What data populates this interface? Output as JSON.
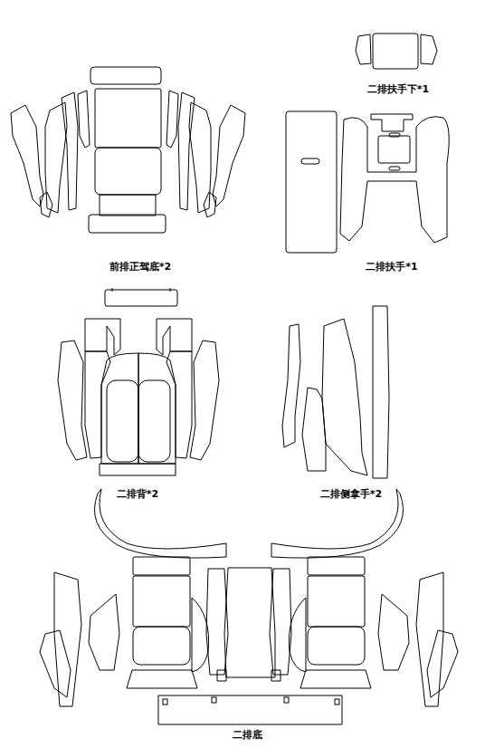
{
  "diagram": {
    "labels": [
      "二排扶手下*1",
      "前排正驾底*2",
      "二排扶手*1",
      "二排背*2",
      "二排侧拿手*2",
      "二排底"
    ]
  }
}
